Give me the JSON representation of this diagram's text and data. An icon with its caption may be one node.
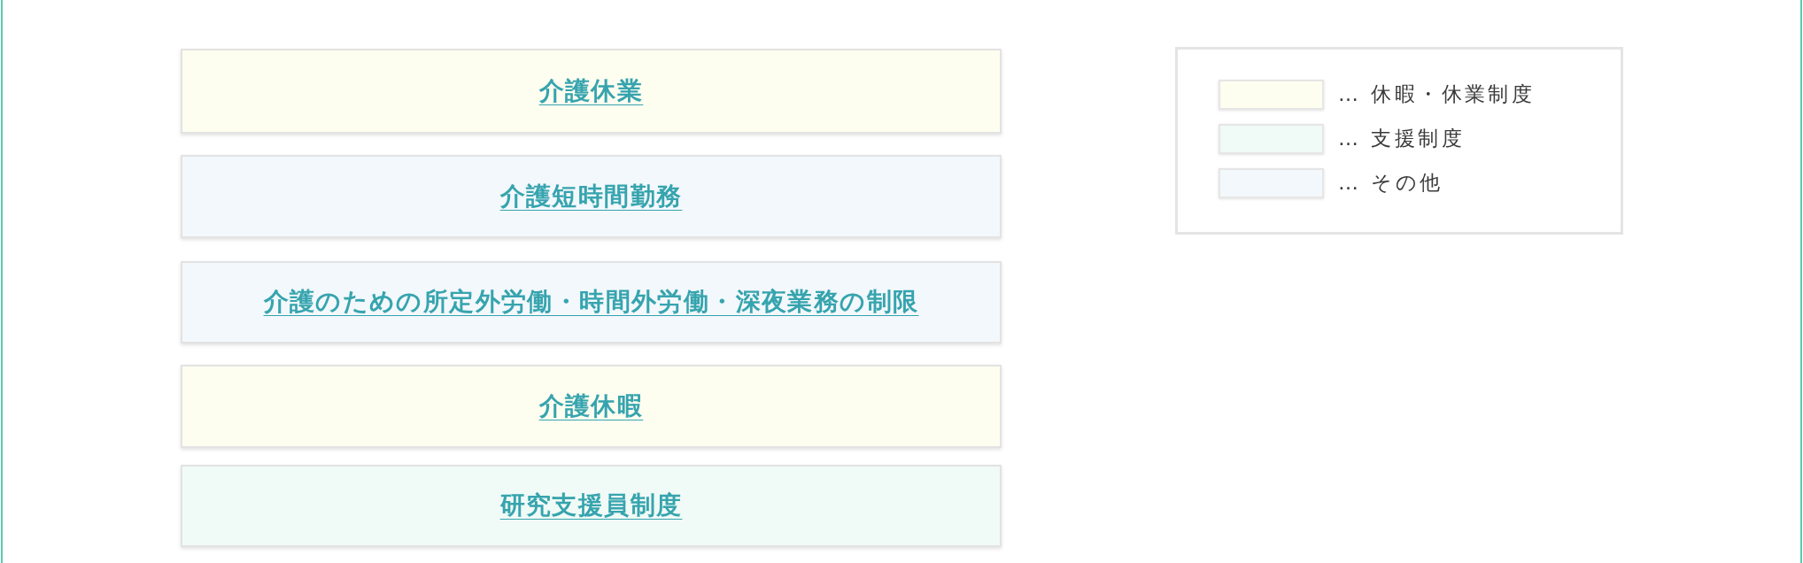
{
  "diagram": {
    "nodes": [
      {
        "text": [
          "介護休業"
        ]
      },
      {
        "text": [
          "介護短時間勤務"
        ]
      },
      {
        "text": [
          "介護のための所定外労働・時間外労働・深夜業務の制限"
        ]
      },
      {
        "text": [
          "介護休暇"
        ]
      },
      {
        "text": [
          "研究支援員制度"
        ]
      }
    ],
    "legend": [
      {
        "text": "… 休暇・休業制度",
        "color": "#fdfdf0"
      },
      {
        "text": "… 支援制度",
        "color": "#f0faf6"
      },
      {
        "text": "… その他",
        "color": "#f3f8fc"
      }
    ]
  }
}
